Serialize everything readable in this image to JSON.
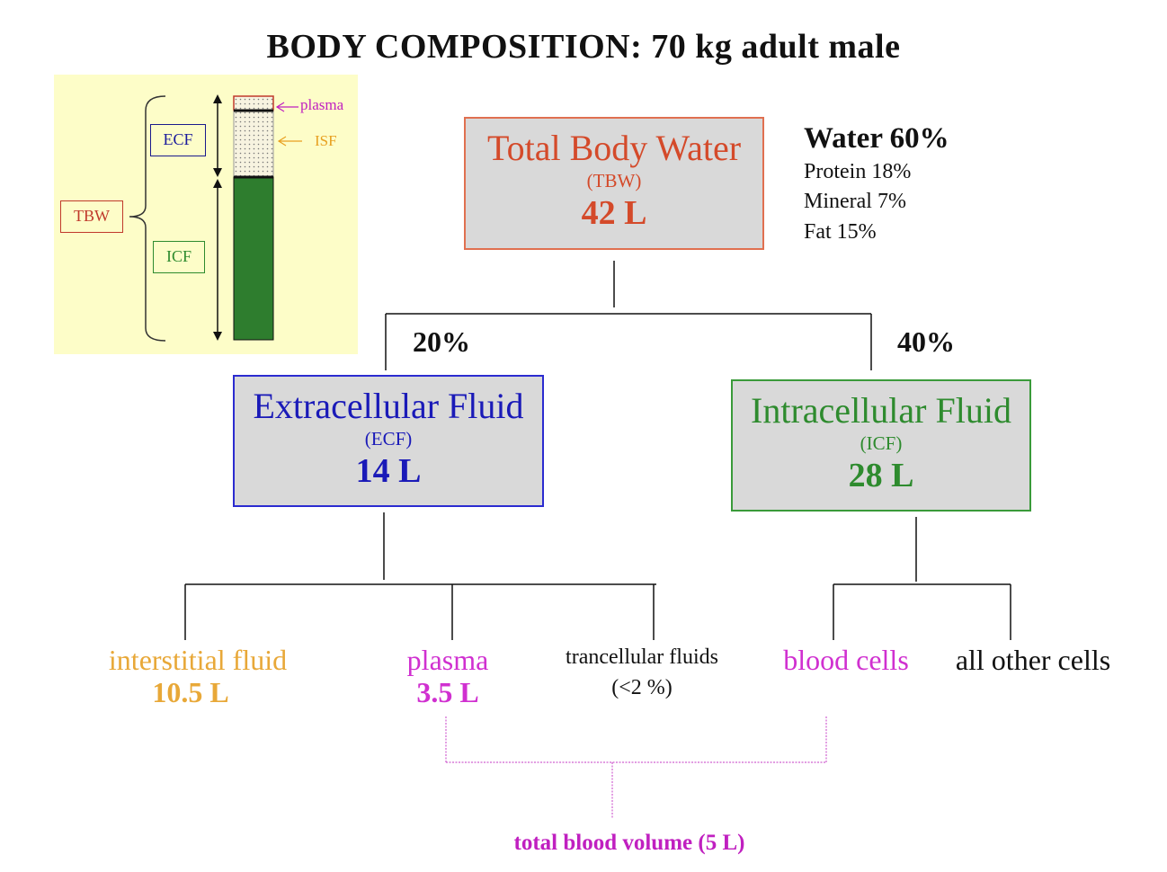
{
  "title": "BODY COMPOSITION: 70 kg adult male",
  "inset": {
    "ecf_label": "ECF",
    "icf_label": "ICF",
    "tbw_label": "TBW",
    "plasma_label": "plasma",
    "isf_label": "ISF"
  },
  "tbw_box": {
    "name": "Total Body Water",
    "abbr": "(TBW)",
    "volume": "42 L"
  },
  "composition": {
    "water": "Water 60%",
    "protein": "Protein  18%",
    "mineral": "Mineral  7%",
    "fat": "Fat  15%"
  },
  "branches": {
    "ecf_pct": "20%",
    "icf_pct": "40%"
  },
  "ecf_box": {
    "name": "Extracellular Fluid",
    "abbr": "(ECF)",
    "volume": "14 L"
  },
  "icf_box": {
    "name": "Intracellular Fluid",
    "abbr": "(ICF)",
    "volume": "28 L"
  },
  "leaves": {
    "interstitial": {
      "name": "interstitial fluid",
      "volume": "10.5 L"
    },
    "plasma": {
      "name": "plasma",
      "volume": "3.5 L"
    },
    "transcellular": {
      "name": "trancellular  fluids",
      "note": "(<2 %)"
    },
    "blood_cells": {
      "name": "blood cells"
    },
    "other_cells": {
      "name": "all other cells"
    }
  },
  "total_blood": "total blood volume (5 L)",
  "colors": {
    "tbw": "#d44a2a",
    "ecf": "#1a1ab8",
    "icf": "#2e8b2e",
    "plasma": "#d030d0",
    "interstitial": "#e8a838",
    "inset_bg": "#fdfdc8"
  }
}
